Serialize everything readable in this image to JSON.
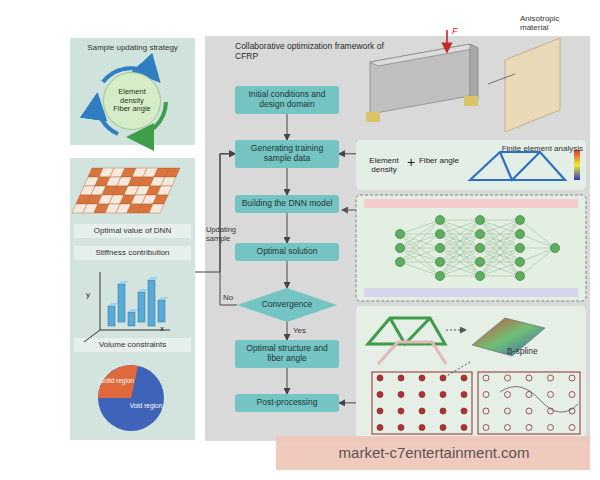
{
  "diagram": {
    "nodes": [
      {
        "text": [
          "Sample updating strategy"
        ]
      },
      {
        "text": [
          "Element density",
          "Fiber angle"
        ],
        "in": 0
      },
      {
        "text": [
          "Optimal value of DNN",
          "Stiffness contribution",
          "Volume constraints"
        ]
      },
      {
        "text": [
          "Collaborative optimization framework of CFRP"
        ]
      },
      {
        "text": [
          "Initial conditions and design domain"
        ],
        "in": 3
      },
      {
        "text": [
          "Generating training sample data"
        ],
        "in": 3
      },
      {
        "text": [
          "Building the DNN model"
        ],
        "in": 3
      },
      {
        "text": [
          "Optimal solution"
        ],
        "in": 3
      },
      {
        "text": [
          "Convergence"
        ],
        "in": 3
      },
      {
        "text": [
          "Optimal structure and fiber angle"
        ],
        "in": 3
      },
      {
        "text": [
          "Post-processing"
        ],
        "in": 3
      },
      {
        "text": [
          "Finite element analysis"
        ],
        "in": 3
      },
      {
        "text": [
          "B-spline"
        ],
        "in": 3
      }
    ],
    "edges": [
      {
        "from": 4,
        "to": 5,
        "arrow": "to"
      },
      {
        "from": 5,
        "to": 6,
        "arrow": "to"
      },
      {
        "from": 6,
        "to": 7,
        "arrow": "to"
      },
      {
        "from": 7,
        "to": 8,
        "arrow": "to"
      },
      {
        "from": 8,
        "to": 9,
        "label": "Yes",
        "arrow": "to"
      },
      {
        "from": 9,
        "to": 10,
        "arrow": "to"
      },
      {
        "from": 8,
        "to": 5,
        "label": "No",
        "arrow": "to"
      },
      {
        "from": 2,
        "to": 5,
        "arrow": "to"
      },
      {
        "from": 11,
        "to": 5,
        "arrow": "to"
      },
      {
        "from": 12,
        "to": 10,
        "arrow": "to"
      }
    ],
    "labels": [
      "F",
      "Anisotropic material",
      "Element density",
      "+",
      "Fiber angle",
      "Updating sample",
      "y",
      "x",
      "Solid region",
      "Void region",
      "market-c7entertainment.com"
    ]
  }
}
